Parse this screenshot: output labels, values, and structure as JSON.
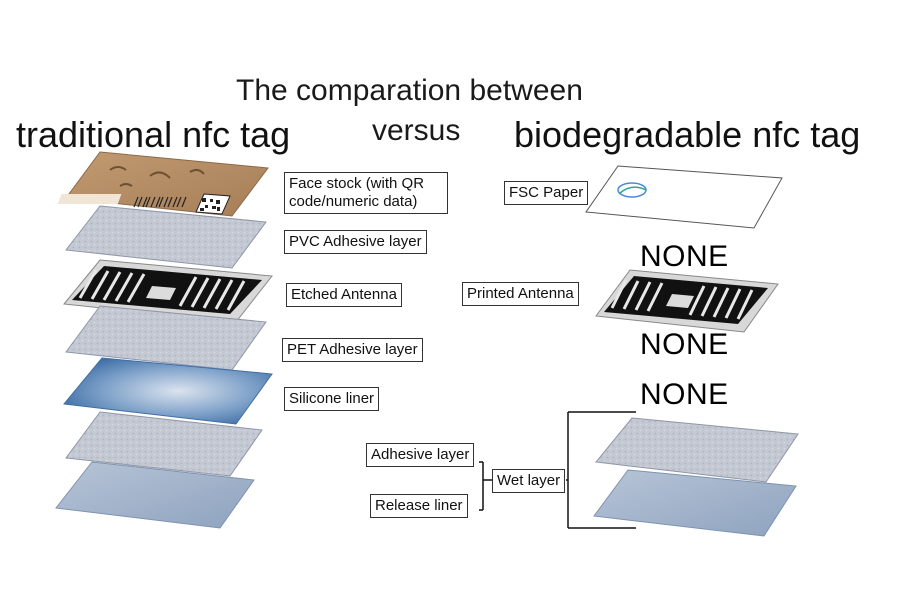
{
  "title": {
    "line1": "The comparation between",
    "line2": "versus"
  },
  "headings": {
    "left": "traditional nfc tag",
    "right": "biodegradable nfc tag"
  },
  "traditional_labels": {
    "face_stock": "Face stock (with QR code/numeric data)",
    "pvc_adhesive": "PVC Adhesive layer",
    "etched_antenna": "Etched Antenna",
    "pet_adhesive": "PET Adhesive layer",
    "silicone_liner": "Silicone liner"
  },
  "biodegradable_labels": {
    "fsc_paper": "FSC Paper",
    "printed_antenna": "Printed Antenna",
    "adhesive_layer": "Adhesive layer",
    "release_liner": "Release liner",
    "wet_layer": "Wet layer"
  },
  "none_markers": [
    "NONE",
    "NONE",
    "NONE"
  ],
  "colors": {
    "kraft": "#b08a63",
    "grey_layer": "#c3c8d3",
    "blue_layer": "#5a86b8",
    "antenna": "#111111"
  }
}
